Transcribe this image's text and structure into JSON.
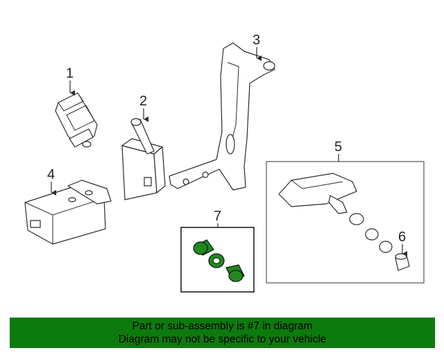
{
  "callouts": {
    "c1": "1",
    "c2": "2",
    "c3": "3",
    "c4": "4",
    "c5": "5",
    "c6": "6",
    "c7": "7"
  },
  "highlight_color": "#0d7a0d",
  "banner": {
    "line1": "Part or sub-assembly is #7 in diagram",
    "line2": "Diagram may not be specific to your vehicle"
  }
}
